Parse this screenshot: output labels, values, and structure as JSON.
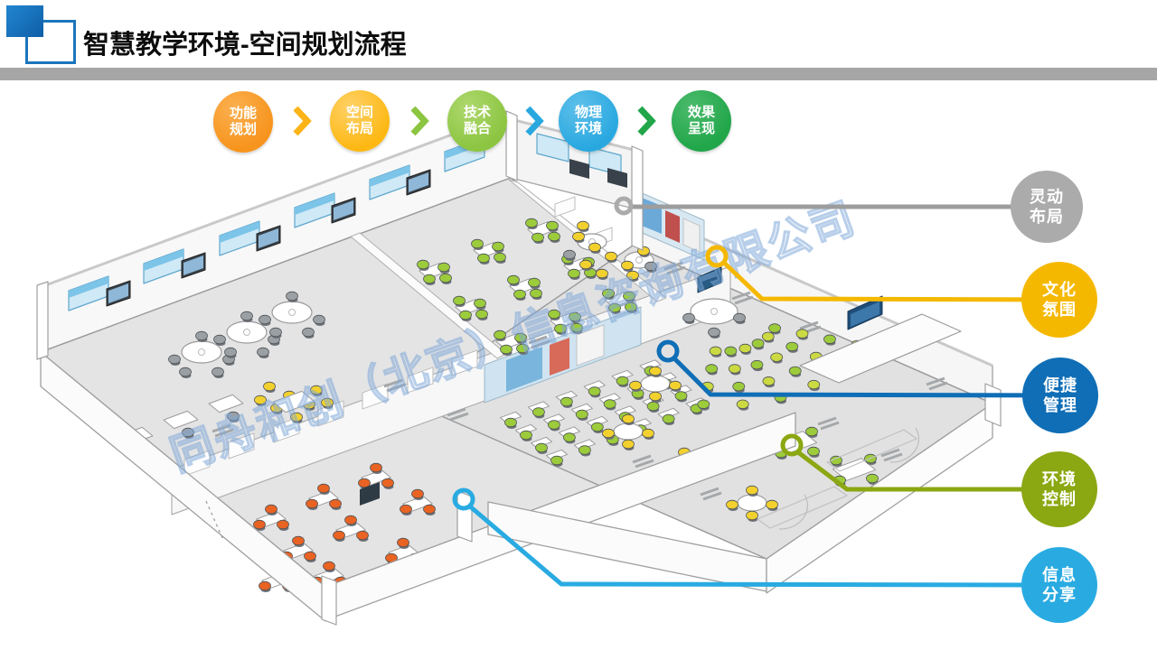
{
  "header": {
    "title": "智慧教学环境-空间规划流程",
    "accent_square_color": "#1B75BC",
    "bar_color": "#A6A6A6"
  },
  "flow_steps": [
    {
      "line1": "功能",
      "line2": "规划",
      "color": "#F7941D"
    },
    {
      "line1": "空间",
      "line2": "布局",
      "color": "#FDB813"
    },
    {
      "line1": "技术",
      "line2": "融合",
      "color": "#8CC541"
    },
    {
      "line1": "物理",
      "line2": "环境",
      "color": "#29A8E0"
    },
    {
      "line1": "效果",
      "line2": "呈现",
      "color": "#21A64A"
    }
  ],
  "feature_badges": [
    {
      "line1": "灵动",
      "line2": "布局",
      "color": "#ABABAB"
    },
    {
      "line1": "文化",
      "line2": "氛围",
      "color": "#F5B800"
    },
    {
      "line1": "便捷",
      "line2": "管理",
      "color": "#0F6EB6"
    },
    {
      "line1": "环境",
      "line2": "控制",
      "color": "#8BA712"
    },
    {
      "line1": "信息",
      "line2": "分享",
      "color": "#29ABE2"
    }
  ],
  "watermark": {
    "text": "同舟和创（北京）信息咨询有限公司",
    "color": "#7FA8D9"
  }
}
